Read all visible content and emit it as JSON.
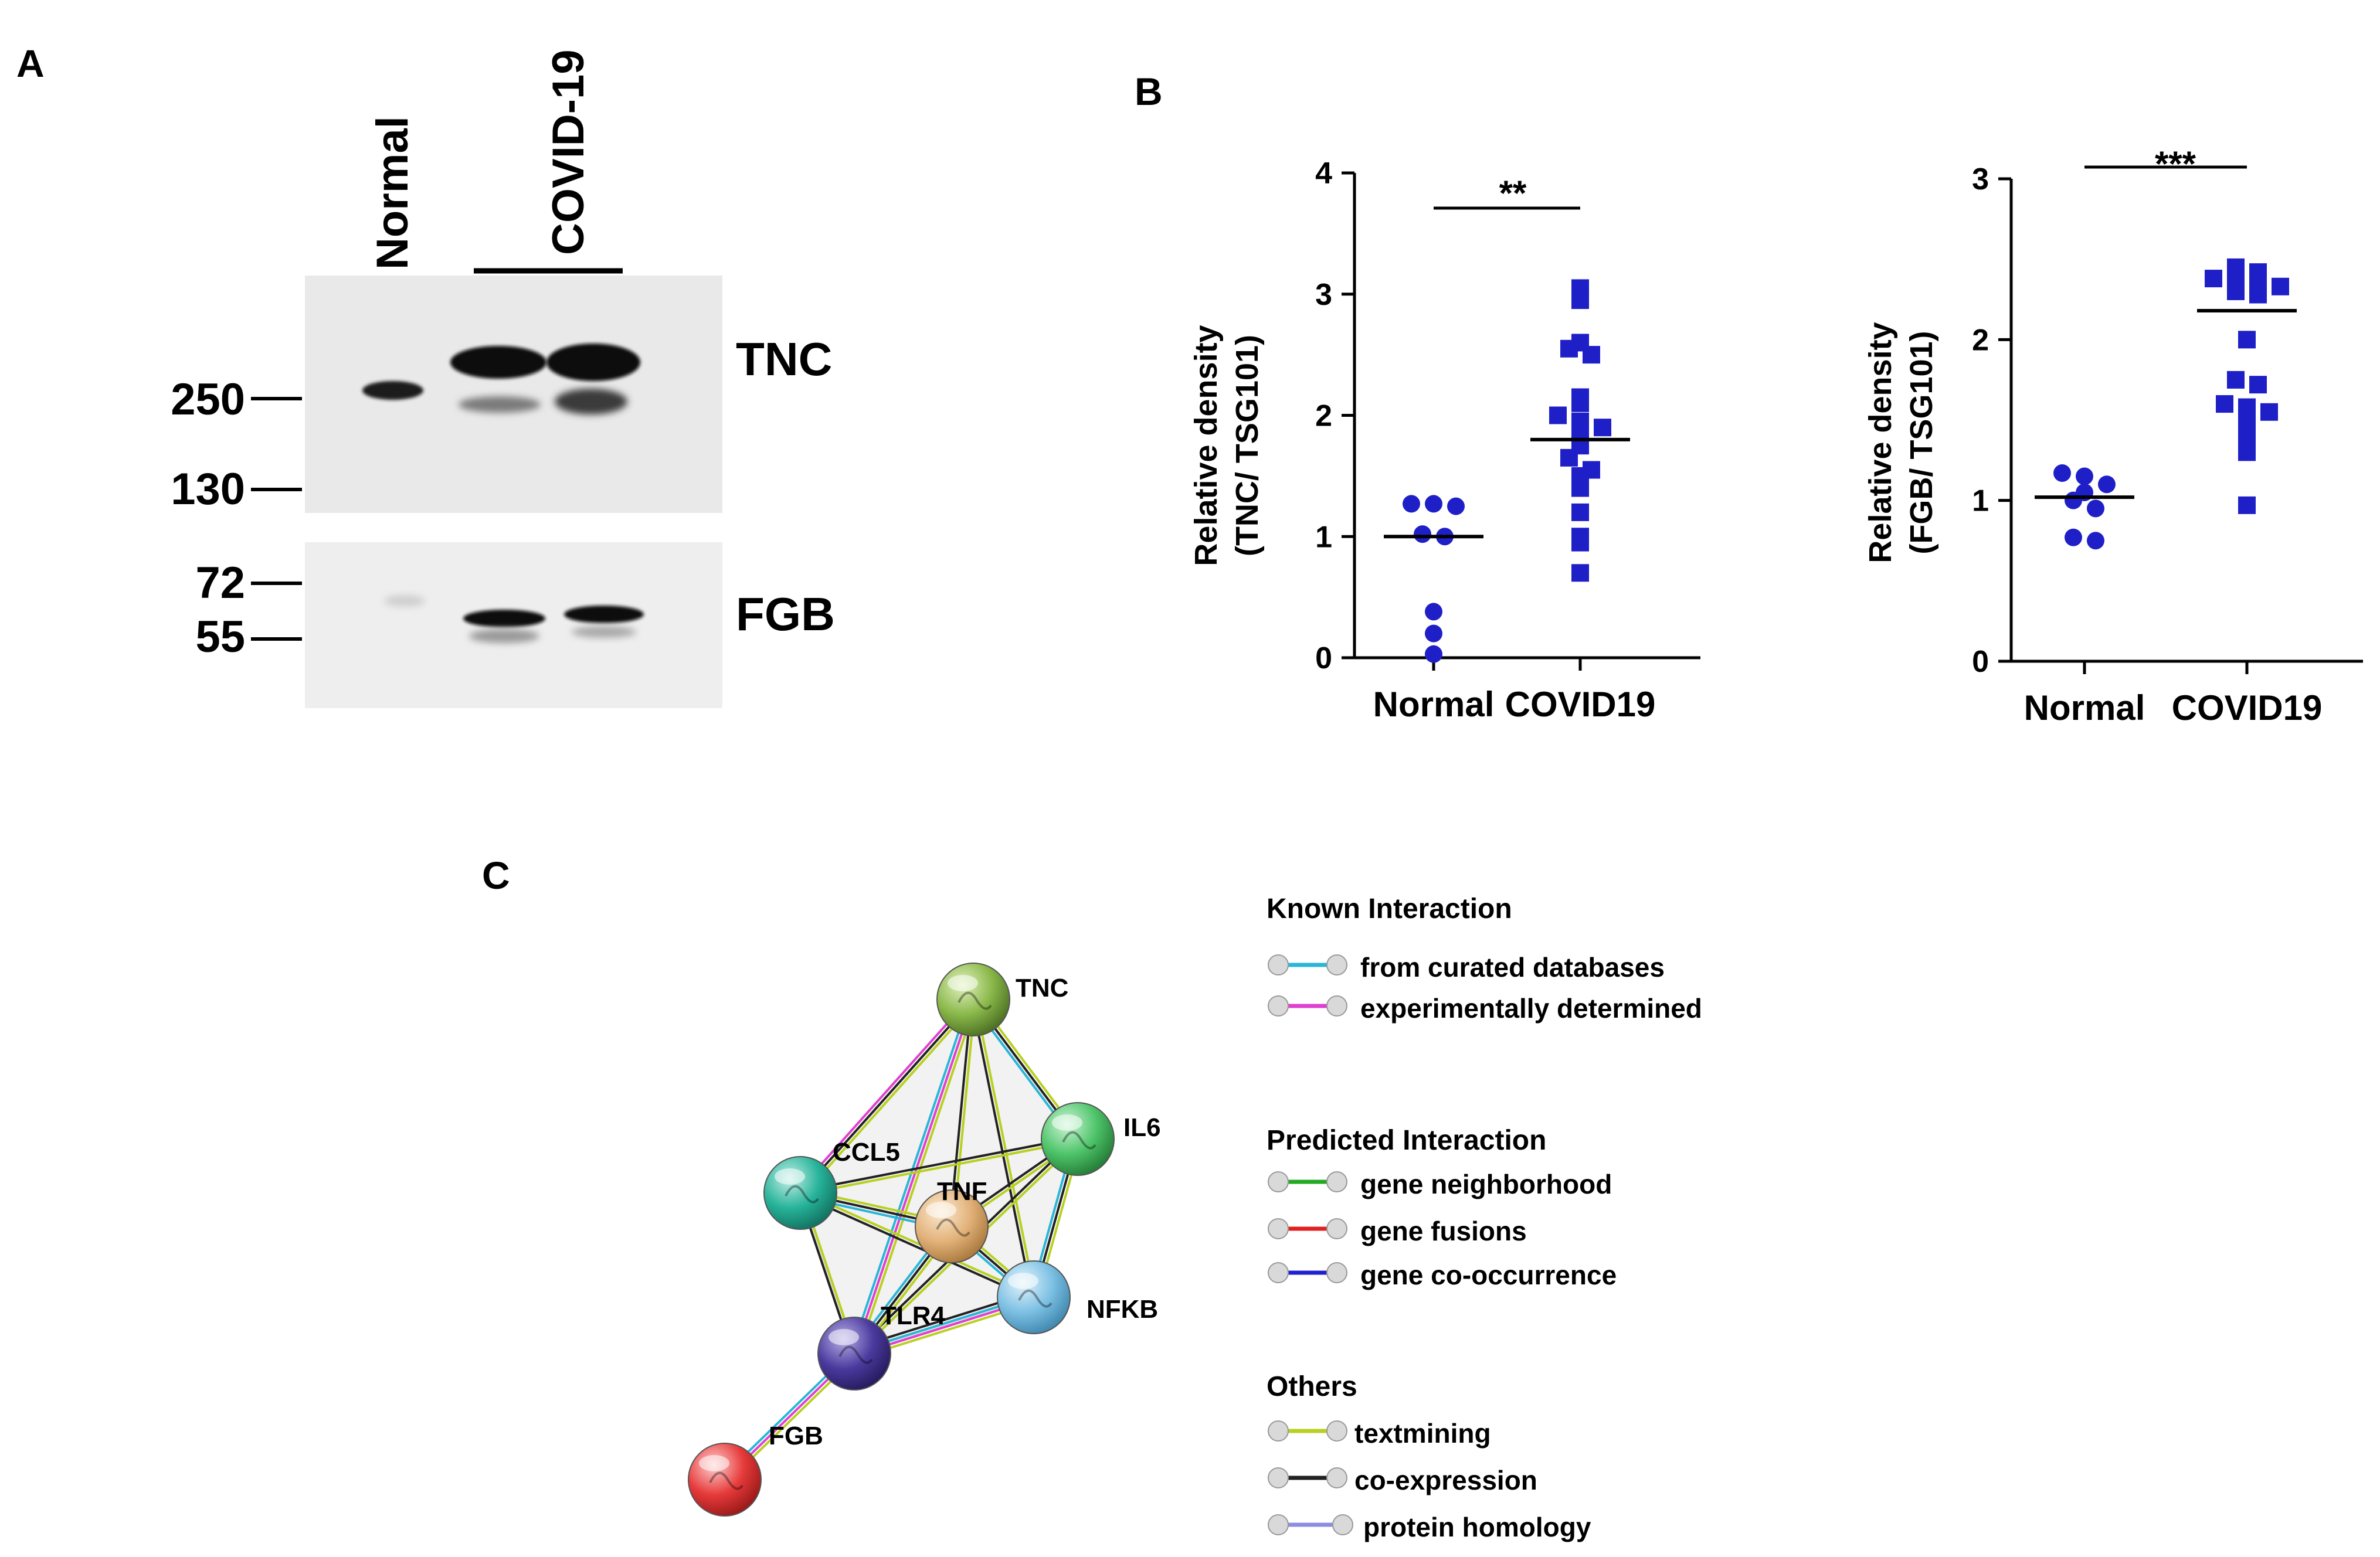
{
  "panels": {
    "a": "A",
    "b": "B",
    "c": "C"
  },
  "blot": {
    "lanes": {
      "normal": "Normal",
      "covid": "COVID-19"
    },
    "markers": [
      "250",
      "130",
      "72",
      "55"
    ],
    "proteins": {
      "top": "TNC",
      "bottom": "FGB"
    }
  },
  "chart_data": [
    {
      "type": "scatter",
      "title": "",
      "significance": "**",
      "xlabel": "",
      "ylabel_line1": "Relative density",
      "ylabel_line2": "(TNC/ TSG101)",
      "categories": [
        "Normal",
        "COVID19"
      ],
      "ylim": [
        0,
        4
      ],
      "yticks": [
        "0",
        "1",
        "2",
        "3",
        "4"
      ],
      "series": [
        {
          "name": "",
          "category": "Normal",
          "marker": "circle",
          "mean": 1.0,
          "values": [
            1.27,
            1.27,
            1.25,
            1.02,
            1.0,
            0.38,
            0.2,
            0.03
          ]
        },
        {
          "name": "",
          "category": "COVID19",
          "marker": "square",
          "mean": 1.8,
          "values": [
            3.05,
            2.95,
            2.6,
            2.55,
            2.5,
            2.15,
            2.1,
            2.0,
            1.95,
            1.9,
            1.85,
            1.75,
            1.65,
            1.55,
            1.5,
            1.4,
            1.2,
            1.0,
            0.95,
            0.7
          ]
        }
      ],
      "point_color": "#1f1fc8"
    },
    {
      "type": "scatter",
      "title": "",
      "significance": "***",
      "xlabel": "",
      "ylabel_line1": "Relative density",
      "ylabel_line2": "(FGB/ TSG101)",
      "categories": [
        "Normal",
        "COVID19"
      ],
      "ylim": [
        0,
        3
      ],
      "yticks": [
        "0",
        "1",
        "2",
        "3"
      ],
      "series": [
        {
          "name": "",
          "category": "Normal",
          "marker": "circle",
          "mean": 1.02,
          "values": [
            1.17,
            1.15,
            1.1,
            1.05,
            1.0,
            0.95,
            0.77,
            0.75
          ]
        },
        {
          "name": "",
          "category": "COVID19",
          "marker": "square",
          "mean": 2.18,
          "values": [
            2.45,
            2.42,
            2.38,
            2.36,
            2.35,
            2.33,
            2.3,
            2.28,
            2.0,
            1.75,
            1.72,
            1.6,
            1.58,
            1.55,
            1.5,
            1.4,
            1.3,
            0.97
          ]
        }
      ],
      "point_color": "#1f1fc8"
    }
  ],
  "network": {
    "nodes": [
      {
        "id": "TNC",
        "label": "TNC",
        "color": "#8ab84a"
      },
      {
        "id": "IL6",
        "label": "IL6",
        "color": "#4ec46a"
      },
      {
        "id": "CCL5",
        "label": "CCL5",
        "color": "#27b39a"
      },
      {
        "id": "TNF",
        "label": "TNF",
        "color": "#e2b27a"
      },
      {
        "id": "NFKB",
        "label": "NFKB",
        "color": "#7cc0e3"
      },
      {
        "id": "TLR4",
        "label": "TLR4",
        "color": "#4a3a9e"
      },
      {
        "id": "FGB",
        "label": "FGB",
        "color": "#e63a3a"
      }
    ]
  },
  "legend": {
    "known_title": "Known Interaction",
    "known": [
      {
        "label": "from curated databases",
        "color": "#29b6d8"
      },
      {
        "label": "experimentally determined",
        "color": "#e040d0"
      }
    ],
    "predicted_title": "Predicted Interaction",
    "predicted": [
      {
        "label": "gene neighborhood",
        "color": "#22aa22"
      },
      {
        "label": "gene fusions",
        "color": "#e02020"
      },
      {
        "label": "gene co-occurrence",
        "color": "#2020d0"
      }
    ],
    "others_title": "Others",
    "others": [
      {
        "label": "textmining",
        "color": "#b8d020"
      },
      {
        "label": "co-expression",
        "color": "#222222"
      },
      {
        "label": "protein homology",
        "color": "#8c8ce0"
      }
    ]
  }
}
